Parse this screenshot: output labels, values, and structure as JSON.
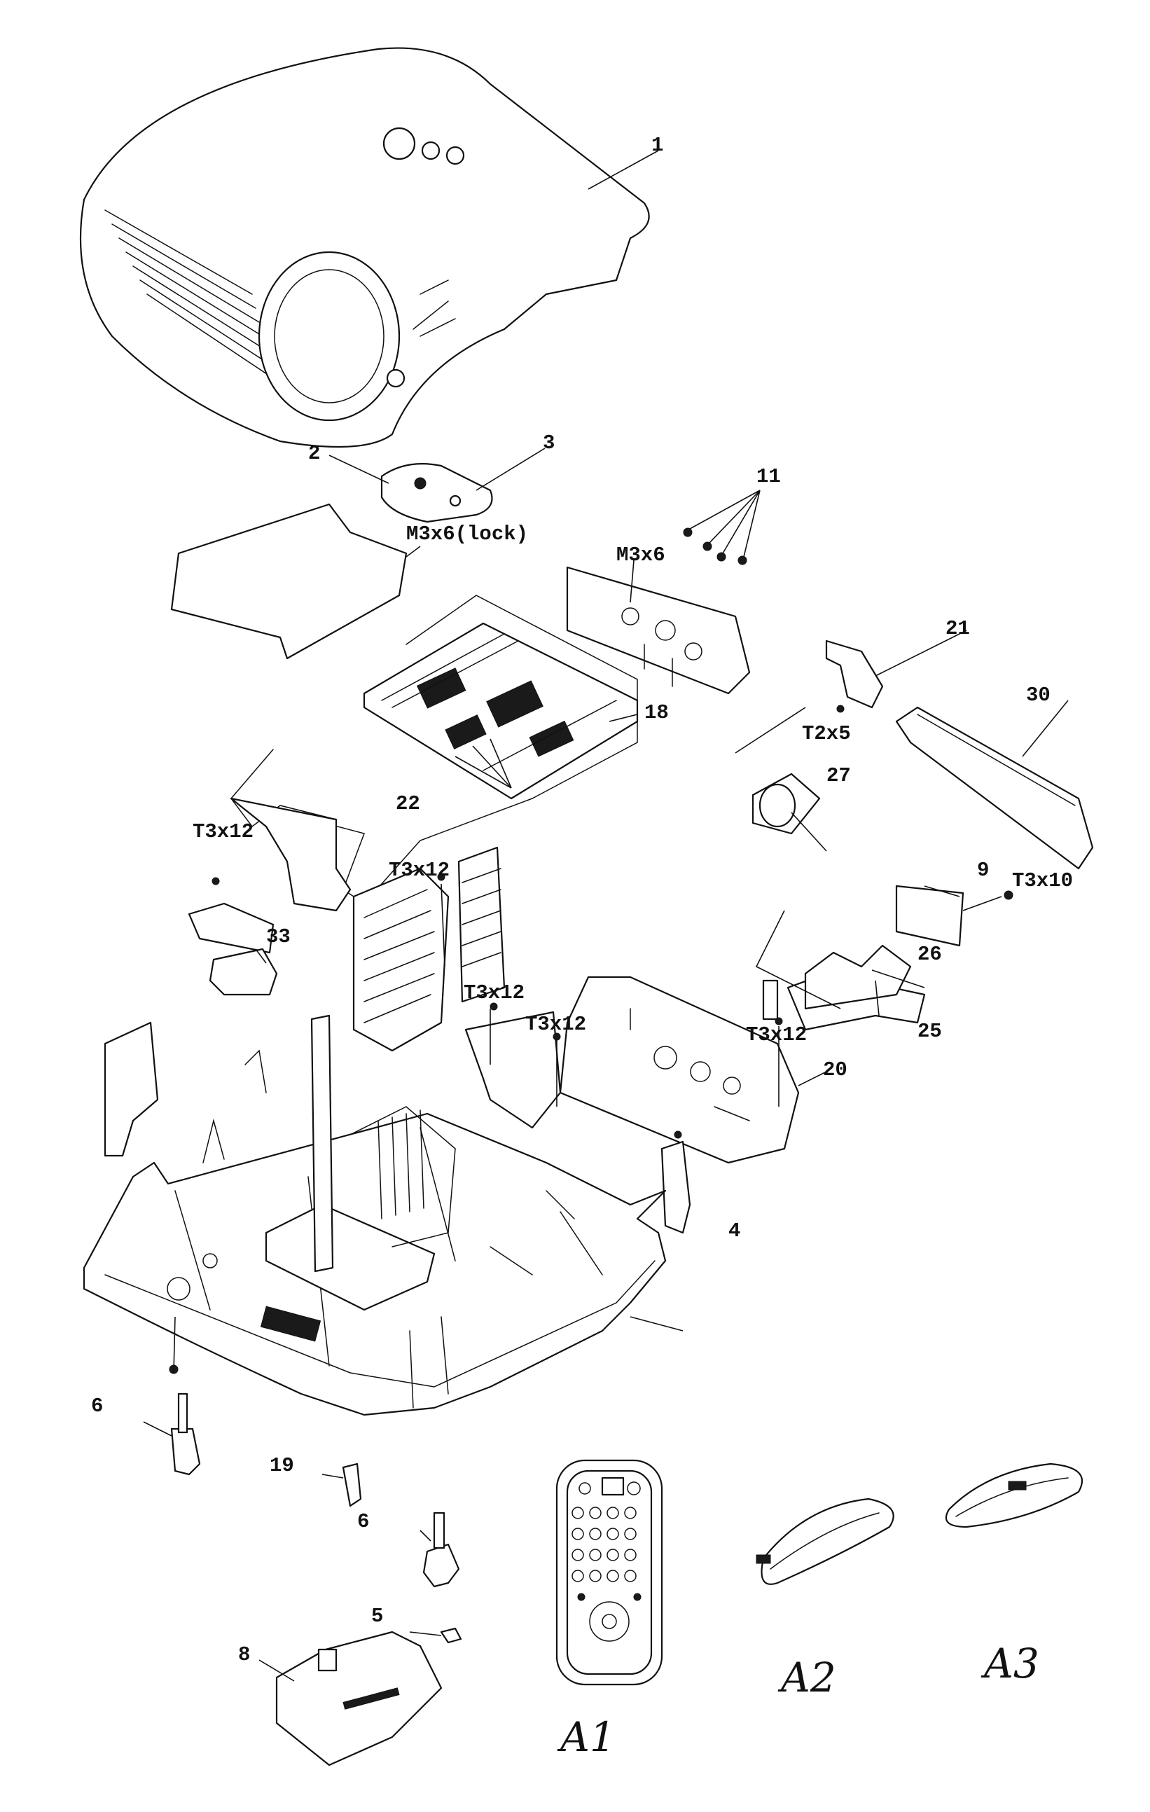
{
  "labels": {
    "l1": "1",
    "l2": "2",
    "l3": "3",
    "l4": "4",
    "l5": "5",
    "l6a": "6",
    "l6b": "6",
    "l8": "8",
    "l9": "9",
    "l11": "11",
    "l18": "18",
    "l19": "19",
    "l20": "20",
    "l21": "21",
    "l22": "22",
    "l25": "25",
    "l26": "26",
    "l27": "27",
    "l30": "30",
    "l33": "33",
    "m3x6lock": "M3x6(lock)",
    "m3x6": "M3x6",
    "t2x5": "T2x5",
    "t3x12a": "T3x12",
    "t3x12b": "T3x12",
    "t3x12c": "T3x12",
    "t3x12d": "T3x12",
    "t3x12e": "T3x12",
    "t3x10": "T3x10",
    "a1": "A1",
    "a2": "A2",
    "a3": "A3"
  },
  "colors": {
    "line": "#111111",
    "background": "#ffffff"
  }
}
